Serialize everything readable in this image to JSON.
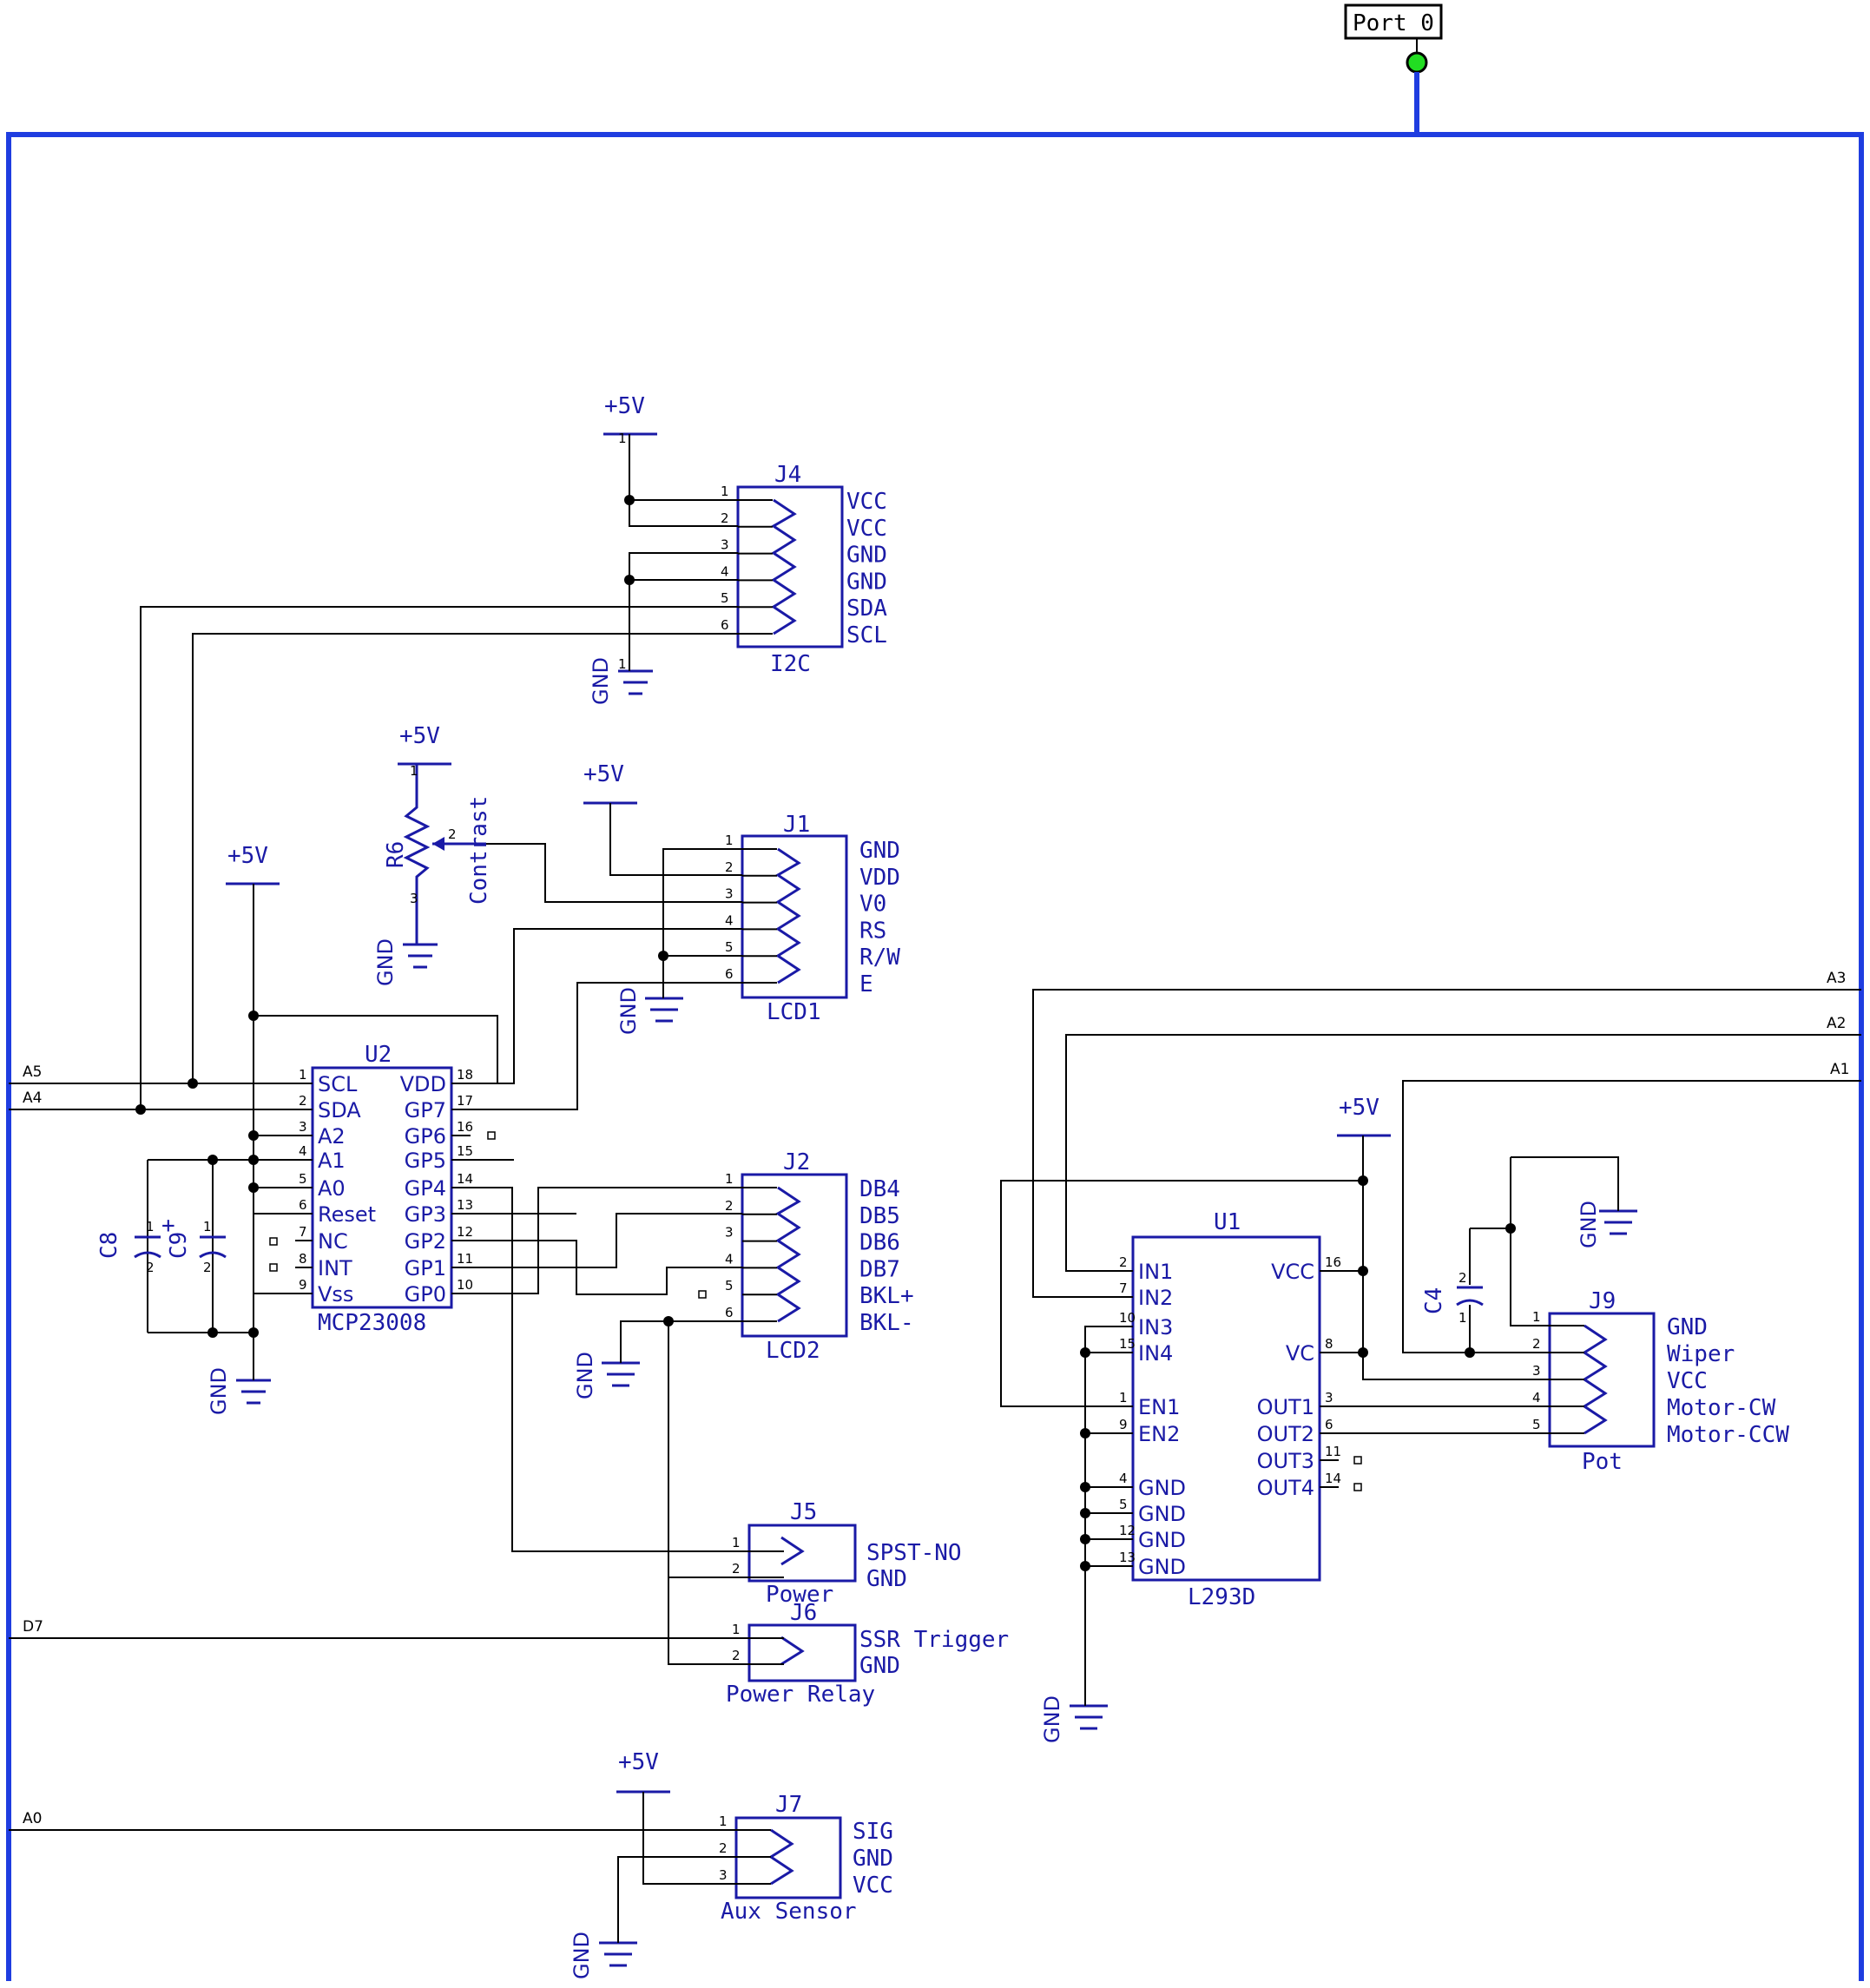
{
  "port": {
    "label": "Port 0"
  },
  "nets": {
    "a5": "A5",
    "a4": "A4",
    "d7": "D7",
    "a0": "A0",
    "a3": "A3",
    "a2": "A2",
    "a1": "A1"
  },
  "power": {
    "vcc": "+5V",
    "gnd": "GND"
  },
  "j4": {
    "ref": "J4",
    "value": "I2C",
    "pins": [
      "1",
      "2",
      "3",
      "4",
      "5",
      "6"
    ],
    "labels": [
      "VCC",
      "VCC",
      "GND",
      "GND",
      "SDA",
      "SCL"
    ]
  },
  "r6": {
    "ref": "R6",
    "value": "Contrast",
    "pins": [
      "1",
      "2",
      "3"
    ]
  },
  "j1": {
    "ref": "J1",
    "value": "LCD1",
    "pins": [
      "1",
      "2",
      "3",
      "4",
      "5",
      "6"
    ],
    "labels": [
      "GND",
      "VDD",
      "V0",
      "RS",
      "R/W",
      "E"
    ]
  },
  "u2": {
    "ref": "U2",
    "value": "MCP23008",
    "left_pins": [
      "1",
      "2",
      "3",
      "4",
      "5",
      "6",
      "7",
      "8",
      "9"
    ],
    "left_labels": [
      "SCL",
      "SDA",
      "A2",
      "A1",
      "A0",
      "Reset",
      "NC",
      "INT",
      "Vss"
    ],
    "right_pins": [
      "18",
      "17",
      "16",
      "15",
      "14",
      "13",
      "12",
      "11",
      "10"
    ],
    "right_labels": [
      "VDD",
      "GP7",
      "GP6",
      "GP5",
      "GP4",
      "GP3",
      "GP2",
      "GP1",
      "GP0"
    ]
  },
  "c8": {
    "ref": "C8",
    "pins": [
      "1",
      "2"
    ],
    "polarity": "+"
  },
  "c9": {
    "ref": "C9",
    "pins": [
      "1",
      "2"
    ]
  },
  "j2": {
    "ref": "J2",
    "value": "LCD2",
    "pins": [
      "1",
      "2",
      "3",
      "4",
      "5",
      "6"
    ],
    "labels": [
      "DB4",
      "DB5",
      "DB6",
      "DB7",
      "BKL+",
      "BKL-"
    ]
  },
  "j5": {
    "ref": "J5",
    "value": "Power",
    "pins": [
      "1",
      "2"
    ],
    "labels": [
      "SPST-NO",
      "GND"
    ]
  },
  "j6": {
    "ref": "J6",
    "value": "Power  Relay",
    "pins": [
      "1",
      "2"
    ],
    "labels": [
      "SSR  Trigger",
      "GND"
    ]
  },
  "j7": {
    "ref": "J7",
    "value": "Aux  Sensor",
    "pins": [
      "1",
      "2",
      "3"
    ],
    "labels": [
      "SIG",
      "GND",
      "VCC"
    ]
  },
  "u1": {
    "ref": "U1",
    "value": "L293D",
    "left_pins": [
      "2",
      "7",
      "10",
      "15",
      "1",
      "9",
      "4",
      "5",
      "12",
      "13"
    ],
    "left_labels": [
      "IN1",
      "IN2",
      "IN3",
      "IN4",
      "EN1",
      "EN2",
      "GND",
      "GND",
      "GND",
      "GND"
    ],
    "right_pins": [
      "16",
      "8",
      "3",
      "6",
      "11",
      "14"
    ],
    "right_labels": [
      "VCC",
      "VC",
      "OUT1",
      "OUT2",
      "OUT3",
      "OUT4"
    ]
  },
  "c4": {
    "ref": "C4",
    "pins": [
      "2",
      "1"
    ]
  },
  "j9": {
    "ref": "J9",
    "value": "Pot",
    "pins": [
      "1",
      "2",
      "3",
      "4",
      "5"
    ],
    "labels": [
      "GND",
      "Wiper",
      "VCC",
      "Motor-CW",
      "Motor-CCW"
    ]
  }
}
